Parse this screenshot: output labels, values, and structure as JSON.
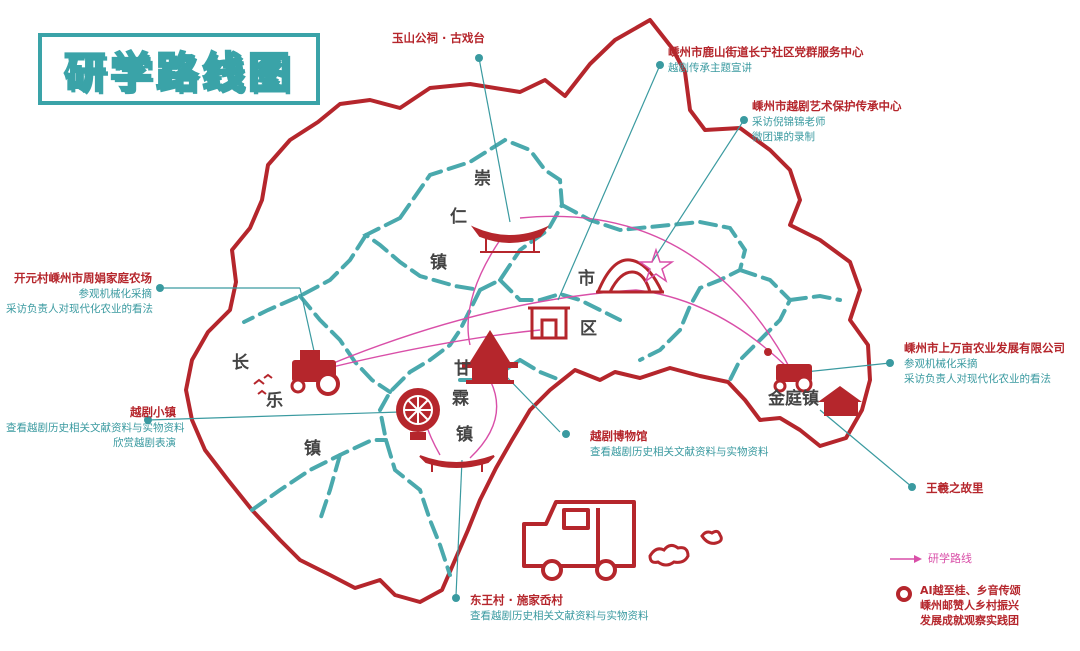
{
  "title": "研学路线图",
  "towns": {
    "chongren": [
      "崇",
      "仁",
      "镇"
    ],
    "changle": [
      "长",
      "乐",
      "镇"
    ],
    "ganlin": [
      "甘",
      "霖",
      "镇"
    ],
    "shiqu": [
      "市",
      "区"
    ],
    "jinting": "金庭镇"
  },
  "callouts": {
    "yushan": {
      "name": "玉山公祠 · 古戏台"
    },
    "luzhen": {
      "name": "嵊州市鹿山街道长宁社区党群服务中心",
      "desc": "越剧传承主题宣讲"
    },
    "yueju_center": {
      "name": "嵊州市越剧艺术保护传承中心",
      "desc1": "采访倪锦锦老师",
      "desc2": "微团课的录制"
    },
    "kaiyuan": {
      "name": "开元村嵊州市周娟家庭农场",
      "desc1": "参观机械化采摘",
      "desc2": "采访负责人对现代化农业的看法"
    },
    "xiaozhen": {
      "name": "越剧小镇",
      "desc1": "查看越剧历史相关文献资料与实物资料",
      "desc2": "欣赏越剧表演"
    },
    "museum": {
      "name": "越剧博物馆",
      "desc": "查看越剧历史相关文献资料与实物资料"
    },
    "shangfang": {
      "name": "嵊州市上万亩农业发展有限公司",
      "desc1": "参观机械化采摘",
      "desc2": "采访负责人对现代化农业的看法"
    },
    "wangxizhi": {
      "name": "王羲之故里"
    },
    "dongwang": {
      "name": "东王村 · 施家岙村",
      "desc": "查看越剧历史相关文献资料与实物资料"
    }
  },
  "legend": {
    "route_label": "研学路线",
    "team_line1": "AI越至桂、乡音传颂",
    "team_line2": "嵊州邮赞人乡村振兴",
    "team_line3": "发展成就观察实践团"
  },
  "colors": {
    "border_red": "#b5262c",
    "district_teal": "#4aa9ad",
    "route_pink": "#d94fa8",
    "leader_teal": "#3a9aa0"
  }
}
